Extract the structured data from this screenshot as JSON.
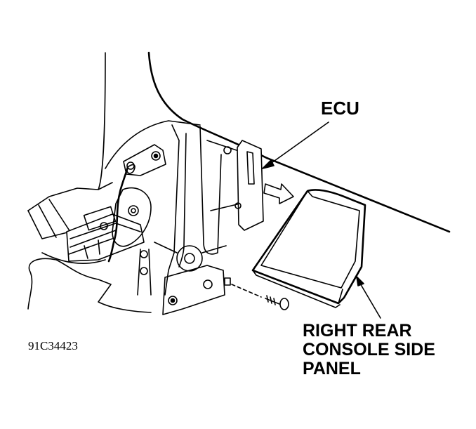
{
  "labels": {
    "ecu": "ECU",
    "panel_lines": [
      "RIGHT REAR",
      "CONSOLE SIDE",
      "PANEL"
    ]
  },
  "figure_code": "91C34423"
}
